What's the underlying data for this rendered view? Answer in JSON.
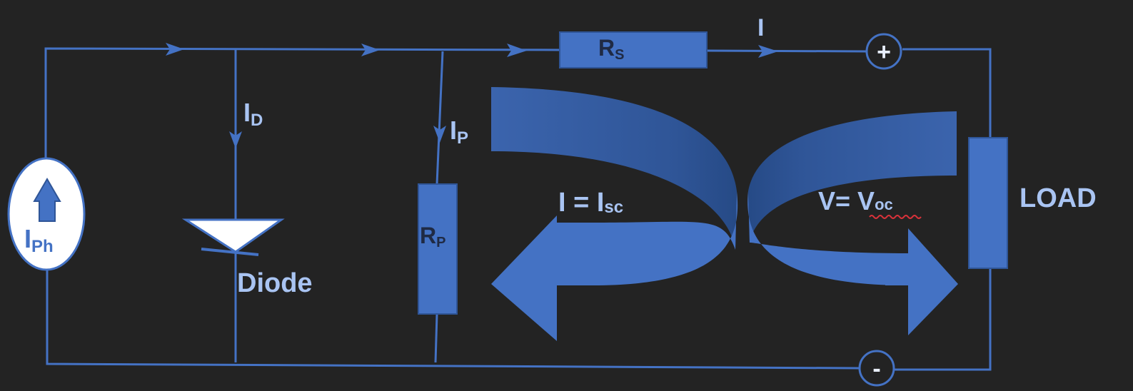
{
  "labels": {
    "photo_current": "I",
    "photo_current_sub": "Ph",
    "diode_current": "I",
    "diode_current_sub": "D",
    "diode": "Diode",
    "parallel_current": "I",
    "parallel_current_sub": "P",
    "parallel_resistor": "R",
    "parallel_resistor_sub": "P",
    "series_resistor": "R",
    "series_resistor_sub": "S",
    "output_current": "I",
    "plus_terminal": "+",
    "minus_terminal": "-",
    "short_circuit": "I = I",
    "short_circuit_sub": "sc",
    "open_circuit": "V= V",
    "open_circuit_sub": "oc",
    "load": "LOAD"
  },
  "colors": {
    "background": "#232323",
    "wire": "#4472c4",
    "component_fill": "#4472c4",
    "label_text": "#a9c4f2",
    "source_fill": "#ffffff",
    "curved_arrow_light": "#4472c4",
    "curved_arrow_dark": "#2f5597"
  }
}
